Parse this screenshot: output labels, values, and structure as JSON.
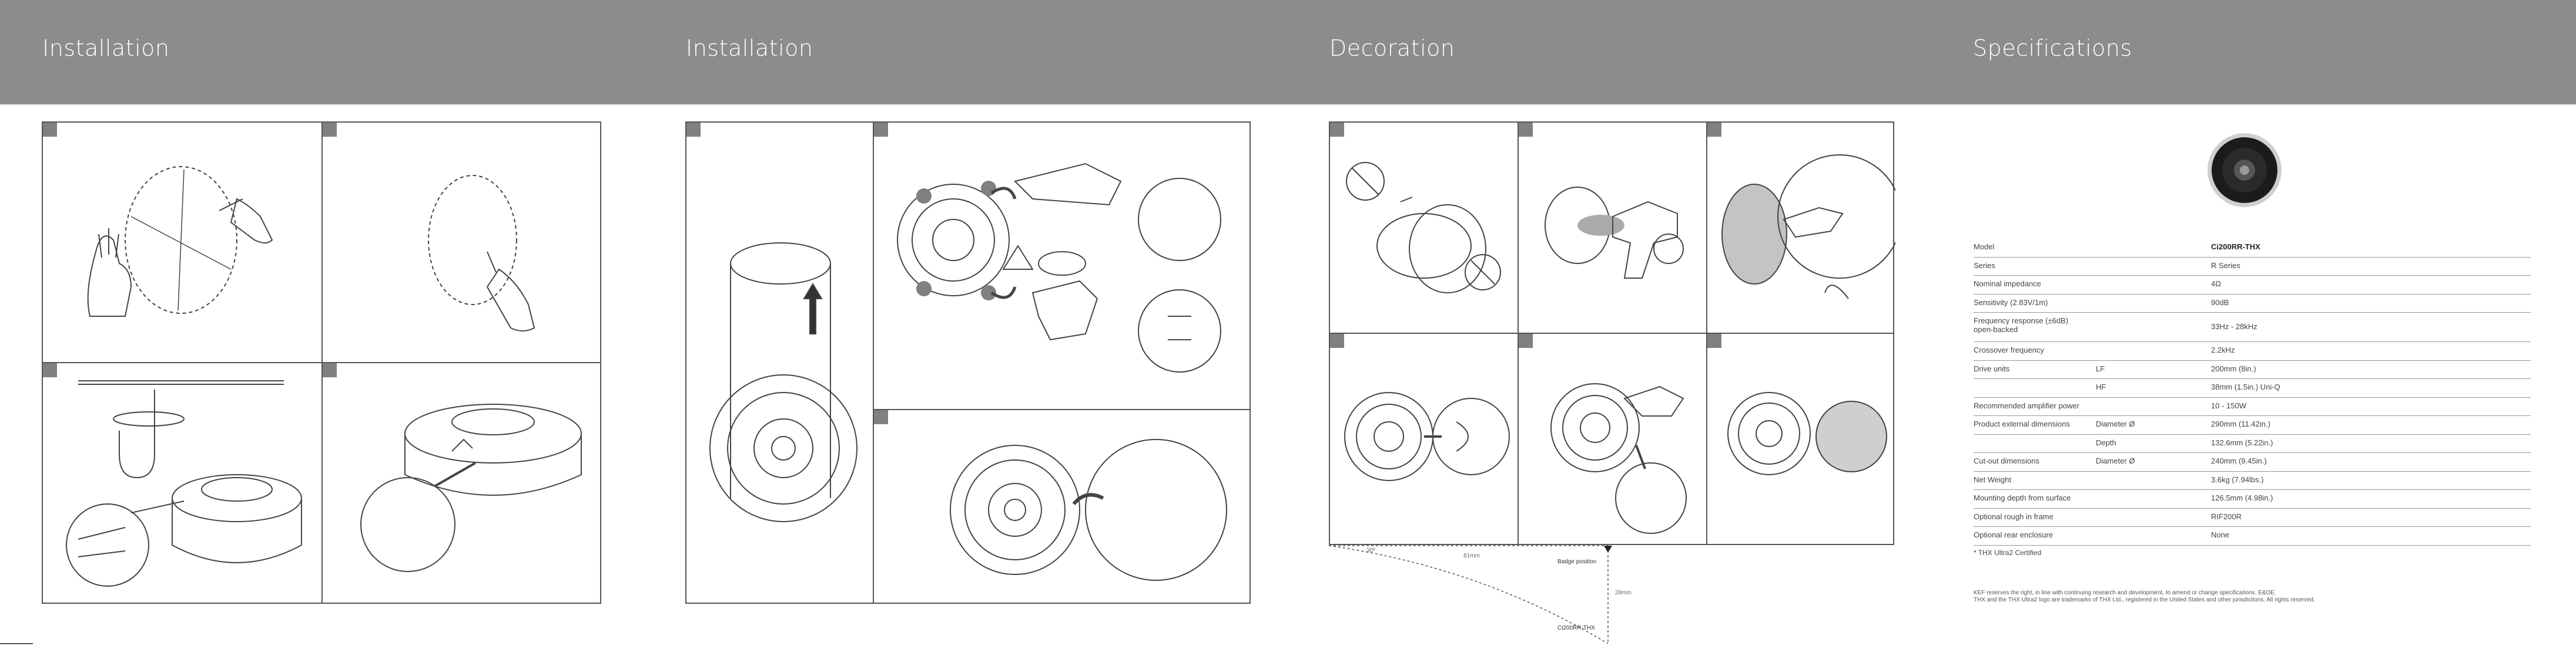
{
  "sections": [
    {
      "title": "Installation"
    },
    {
      "title": "Installation"
    },
    {
      "title": "Decoration"
    },
    {
      "title": "Specifications"
    }
  ],
  "template": {
    "badge_position": "Badge position",
    "model_label": "Ci200RR-THX",
    "dim_small": "30º",
    "dim_mm": "81mm",
    "dim_v": "28mm"
  },
  "specs": [
    {
      "label": "Model",
      "sub": "",
      "value": "Ci200RR-THX",
      "bold": true
    },
    {
      "label": "Series",
      "sub": "",
      "value": "R Series"
    },
    {
      "label": "Nominal impedance",
      "sub": "",
      "value": "4Ω"
    },
    {
      "label": "Sensitivity (2.83V/1m)",
      "sub": "",
      "value": "90dB"
    },
    {
      "label": "Frequency response  (±6dB)\nopen-backed",
      "sub": "",
      "value": "33Hz - 28kHz"
    },
    {
      "label": "Crossover frequency",
      "sub": "",
      "value": "2.2kHz"
    },
    {
      "label": "Drive units",
      "sub": "LF",
      "value": "200mm (8in.)"
    },
    {
      "label": "",
      "sub": "HF",
      "value": "38mm (1.5in.) Uni-Q"
    },
    {
      "label": "Recommended amplifier power",
      "sub": "",
      "value": "10 - 150W"
    },
    {
      "label": "Product external dimensions",
      "sub": "Diameter Ø",
      "value": "290mm (11.42in.)"
    },
    {
      "label": "",
      "sub": "Depth",
      "value": "132.6mm (5.22in.)"
    },
    {
      "label": "Cut-out dimensions",
      "sub": "Diameter Ø",
      "value": "240mm (9.45in.)"
    },
    {
      "label": "Net Weight",
      "sub": "",
      "value": "3.6kg (7.94lbs.)"
    },
    {
      "label": "Mounting depth from surface",
      "sub": "",
      "value": "126.5mm (4.98in.)"
    },
    {
      "label": "Optional rough in frame",
      "sub": "",
      "value": "RIF200R"
    },
    {
      "label": "Optional rear enclosure",
      "sub": "",
      "value": "None"
    }
  ],
  "footnote": "* THX Ultra2 Certified",
  "legal": [
    "KEF reserves the right, in line with continuing research and development, to amend or change specifications. E&OE.",
    "THX and the THX Ultra2 logo are trademarks of THX Ltd., registered in the United States and other jurisdictions. All rights reserved."
  ],
  "colors": {
    "header": "#8c8c8c",
    "marker": "#808080",
    "border": "#555555"
  }
}
